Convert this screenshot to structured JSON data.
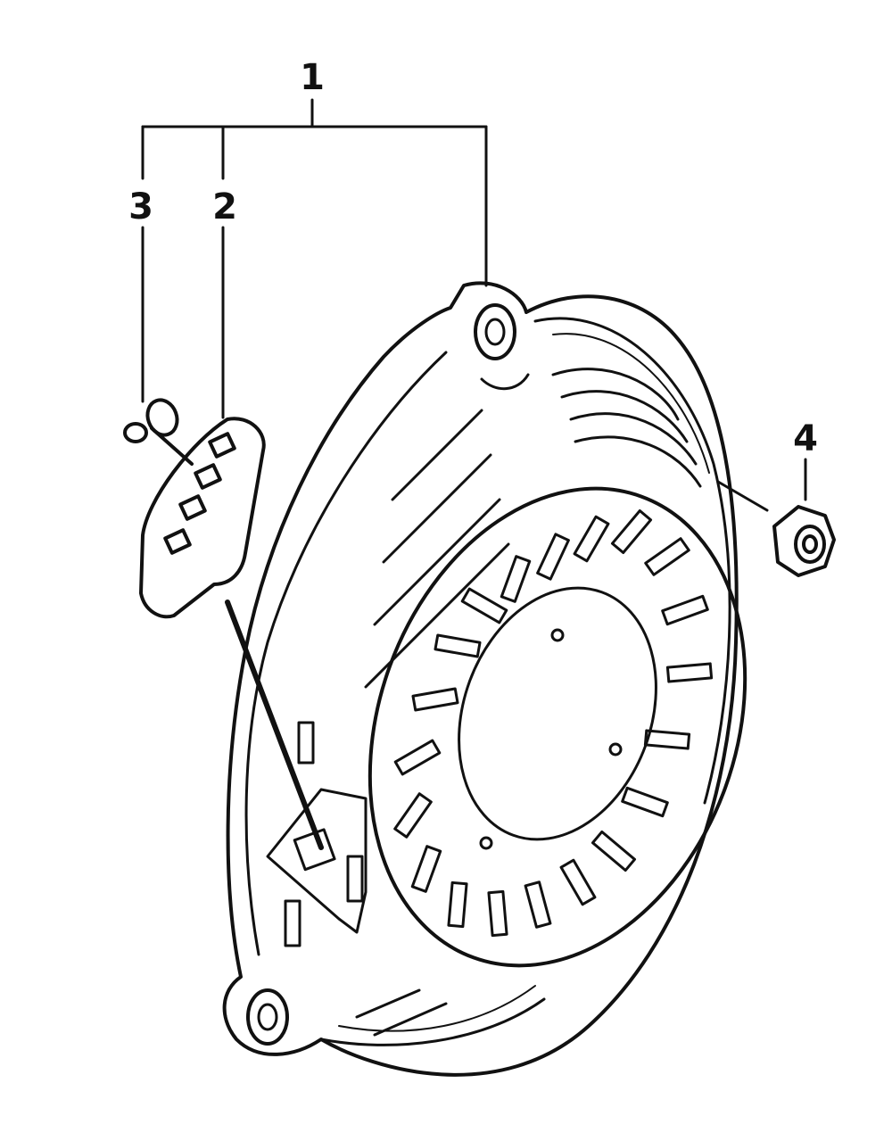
{
  "diagram": {
    "callouts": {
      "c1": "1",
      "c2": "2",
      "c3": "3",
      "c4": "4"
    },
    "parts": [
      {
        "number": "1",
        "part": "recoil-starter-assembly"
      },
      {
        "number": "2",
        "part": "starter-grip"
      },
      {
        "number": "3",
        "part": "rope-knot-clip"
      },
      {
        "number": "4",
        "part": "flange-nut"
      }
    ],
    "colors": {
      "ink": "#111111",
      "background": "#ffffff"
    }
  }
}
